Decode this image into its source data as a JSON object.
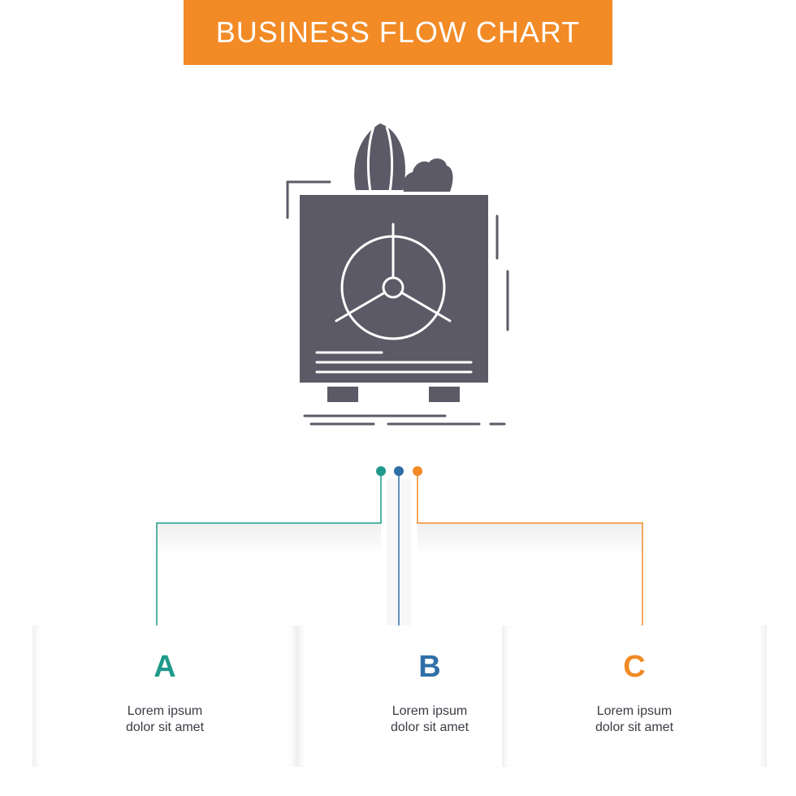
{
  "header": {
    "title": "BUSINESS FLOW CHART"
  },
  "colors": {
    "orange": "#f28a26",
    "teal": "#1f9a8a",
    "blue": "#2f6fa8",
    "icon": "#5b5a66"
  },
  "icon": {
    "name": "safe-box-icon"
  },
  "cards": [
    {
      "letter": "A",
      "line1": "Lorem ipsum",
      "line2": "dolor sit amet",
      "color": "#1f9a8a"
    },
    {
      "letter": "B",
      "line1": "Lorem ipsum",
      "line2": "dolor sit amet",
      "color": "#2f6fa8"
    },
    {
      "letter": "C",
      "line1": "Lorem ipsum",
      "line2": "dolor sit amet",
      "color": "#f28a26"
    }
  ]
}
